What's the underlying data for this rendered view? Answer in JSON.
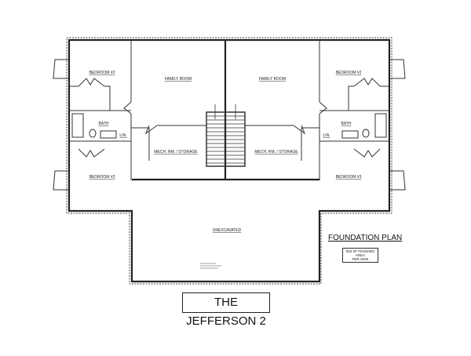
{
  "plan": {
    "left_unit": {
      "bedroom_2": "BEDROOM #2",
      "family_room": "FAMILY ROOM",
      "bath": "BATH",
      "linen": "LIN.",
      "mech_storage": "MECH. RM. / STORAGE",
      "bedroom_3": "BEDROOM #3"
    },
    "right_unit": {
      "bedroom_2": "BEDROOM #2",
      "family_room": "FAMILY ROOM",
      "bath": "BATH",
      "linen": "LIN.",
      "mech_storage": "MECH. RM. / STORAGE",
      "bedroom_3": "BEDROOM #3"
    },
    "unexcavated": "UNEXCAVATED"
  },
  "sheet": {
    "plan_title": "FOUNDATION PLAN",
    "area_note_line1": "933 SF FINISHED AREA",
    "area_note_line2": "PER SIDE",
    "project_title": "THE JEFFERSON 2"
  }
}
